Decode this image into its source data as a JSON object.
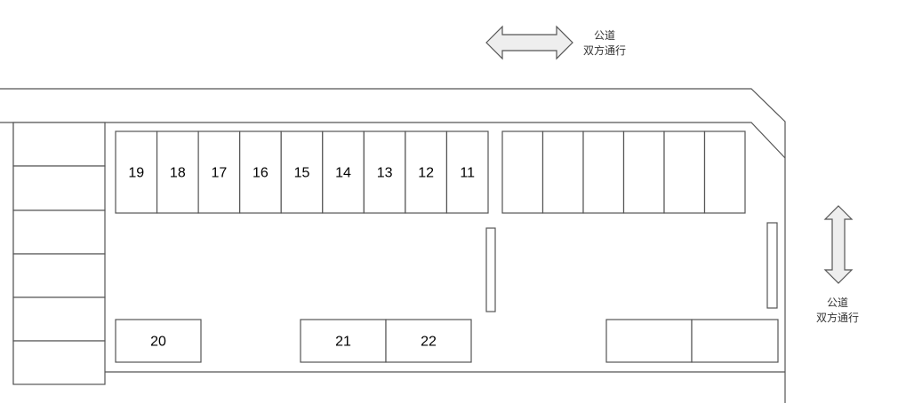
{
  "road_notes": [
    {
      "line1": "公道",
      "line2": "双方通行"
    },
    {
      "line1": "公道",
      "line2": "双方通行"
    }
  ],
  "top_row_spots": [
    "19",
    "18",
    "17",
    "16",
    "15",
    "14",
    "13",
    "12",
    "11"
  ],
  "right_top_spots": [
    "",
    "",
    "",
    "",
    "",
    ""
  ],
  "bottom_spots": [
    "20",
    "21",
    "22"
  ],
  "left_column_spots": 6,
  "colors": {
    "line": "#555555",
    "arrow_fill": "#eeeeee"
  }
}
